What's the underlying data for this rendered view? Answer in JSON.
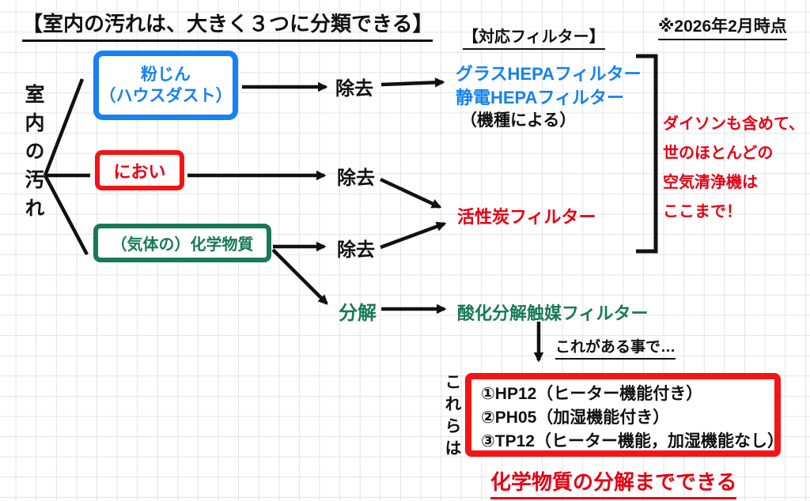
{
  "colors": {
    "blue_accent": "#1681f3",
    "red_accent": "#e60012",
    "red_border": "#f51414",
    "green_accent": "#187a55",
    "ink": "#111111"
  },
  "header": {
    "title": "【室内の汚れは、大きく３つに分類できる】",
    "date_note": "※2026年2月時点",
    "filter_heading": "【対応フィルター】"
  },
  "source": {
    "label": "室内の汚れ"
  },
  "categories": {
    "dust": {
      "line1": "粉じん",
      "line2": "（ハウスダスト）"
    },
    "odor": {
      "label": "におい"
    },
    "chemical": {
      "label": "（気体の）化学物質"
    }
  },
  "actions": {
    "remove_dust": "除去",
    "remove_odor": "除去",
    "remove_chemical": "除去",
    "decompose": "分解"
  },
  "filters": {
    "hepa_glass": "グラスHEPAフィルター",
    "hepa_static": "静電HEPAフィルター",
    "hepa_note": "（機種による）",
    "carbon": "活性炭フィルター",
    "catalyst": "酸化分解触媒フィルター"
  },
  "bracket_note": {
    "lines": [
      "ダイソンも含めて、",
      "世のほとんどの",
      "空気清浄機は",
      "ここまで！"
    ]
  },
  "because_note": "これがある事で…",
  "these_label": "これらは",
  "products": {
    "items": [
      "①HP12（ヒーター機能付き）",
      "②PH05（加湿機能付き）",
      "③TP12（ヒーター機能，加湿機能なし）"
    ]
  },
  "conclusion": "化学物質の分解までできる"
}
